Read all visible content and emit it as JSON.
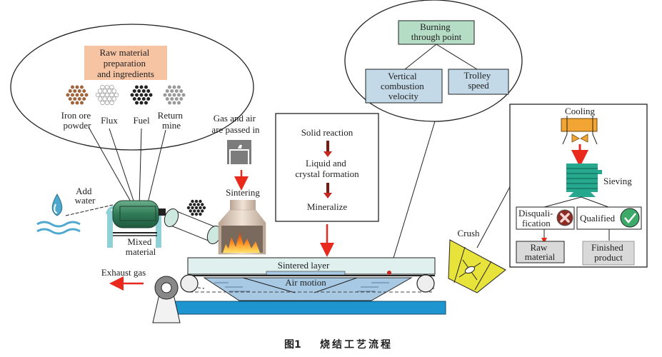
{
  "raw_materials": {
    "title_lines": [
      "Raw material",
      "preparation",
      "and ingredients"
    ],
    "items": [
      {
        "label_lines": [
          "Iron ore",
          "powder"
        ],
        "color": "#a0653a"
      },
      {
        "label_lines": [
          "Flux"
        ],
        "color": "#ffffff"
      },
      {
        "label_lines": [
          "Fuel"
        ],
        "color": "#222222"
      },
      {
        "label_lines": [
          "Return",
          "mine"
        ],
        "color": "#9a9a9a"
      }
    ]
  },
  "water": {
    "label_lines": [
      "Add",
      "water"
    ]
  },
  "mixer": {
    "label_lines": [
      "Mixed",
      "material"
    ]
  },
  "gas": {
    "label_lines": [
      "Gas and air",
      "are passed in"
    ]
  },
  "sintering": {
    "label": "Sintering"
  },
  "reactions": {
    "steps": [
      {
        "lines": [
          "Solid reaction"
        ]
      },
      {
        "lines": [
          "Liquid and",
          "crystal formation"
        ]
      },
      {
        "lines": [
          "Mineralize"
        ]
      }
    ]
  },
  "burn_point": {
    "top_lines": [
      "Burning",
      "through point"
    ],
    "left_lines": [
      "Vertical",
      "combustion",
      "velocity"
    ],
    "right_lines": [
      "Trolley",
      "speed"
    ]
  },
  "trolley": {
    "sintered_layer": "Sintered layer",
    "air_motion": "Air motion"
  },
  "exhaust": {
    "label": "Exhaust gas"
  },
  "crush": {
    "label": "Crush"
  },
  "post_process": {
    "cooling": "Cooling",
    "sieving": "Sieving",
    "disqualified_lines": [
      "Disquali-",
      "fication"
    ],
    "qualified": "Qualified",
    "raw_material_lines": [
      "Raw",
      "material"
    ],
    "finished_lines": [
      "Finished",
      "product"
    ]
  },
  "caption": {
    "figure": "图1",
    "title": "烧结工艺流程"
  },
  "colors": {
    "orange_box": "#f6c3a3",
    "green_box": "#b5dcc4",
    "blue_box": "#c3d9e8",
    "red_arrow": "#e8291c",
    "belt_blue": "#1f95d0",
    "layer_fill": "#dff0ee",
    "teal": "#26a88f",
    "yellow": "#e7e33b",
    "cooler": "#f3a533",
    "grey_box": "#d9d9d9"
  }
}
